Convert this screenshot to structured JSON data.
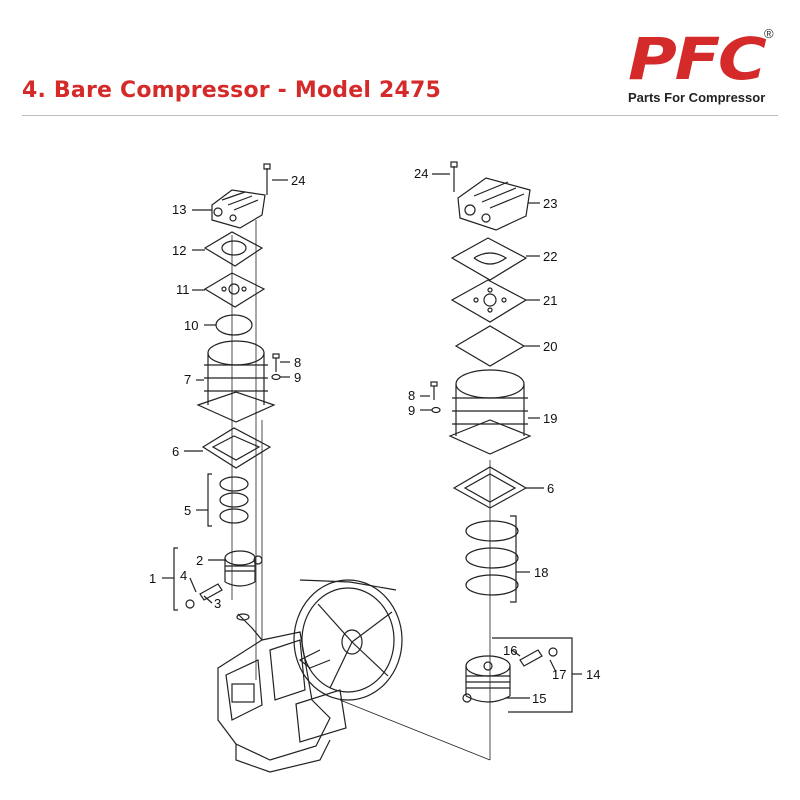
{
  "header": {
    "title": "4. Bare Compressor - Model 2475",
    "logo_text": "PFC",
    "logo_registered": "®",
    "logo_tagline": "Parts For Compressor"
  },
  "callouts": {
    "c1": "1",
    "c2": "2",
    "c3": "3",
    "c4": "4",
    "c5": "5",
    "c6a": "6",
    "c6b": "6",
    "c7": "7",
    "c8a": "8",
    "c8b": "8",
    "c9a": "9",
    "c9b": "9",
    "c10": "10",
    "c11": "11",
    "c12": "12",
    "c13": "13",
    "c14": "14",
    "c15": "15",
    "c16": "16",
    "c17": "17",
    "c18": "18",
    "c19": "19",
    "c20": "20",
    "c21": "21",
    "c22": "22",
    "c23": "23",
    "c24a": "24",
    "c24b": "24"
  },
  "colors": {
    "brand": "#d42a2a",
    "line": "#222222"
  }
}
